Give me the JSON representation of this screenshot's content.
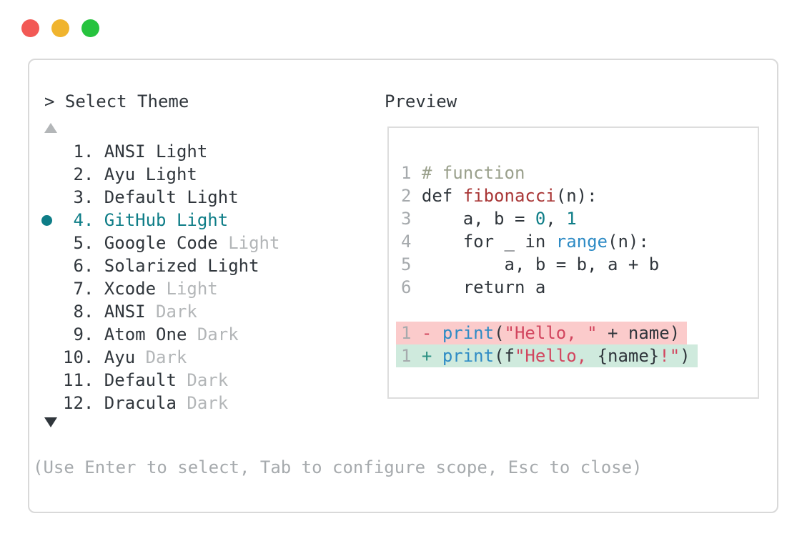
{
  "window": {
    "controls": [
      {
        "name": "close",
        "color": "#f25955"
      },
      {
        "name": "minimize",
        "color": "#f0b42e"
      },
      {
        "name": "zoom",
        "color": "#26c33e"
      }
    ]
  },
  "theme_selector": {
    "title": "> Select Theme",
    "items": [
      {
        "num": "1",
        "name": "ANSI Light",
        "suffix": "",
        "selected": false
      },
      {
        "num": "2",
        "name": "Ayu Light",
        "suffix": "",
        "selected": false
      },
      {
        "num": "3",
        "name": "Default Light",
        "suffix": "",
        "selected": false
      },
      {
        "num": "4",
        "name": "GitHub Light",
        "suffix": "",
        "selected": true
      },
      {
        "num": "5",
        "name": "Google Code",
        "suffix": " Light",
        "selected": false
      },
      {
        "num": "6",
        "name": "Solarized Light",
        "suffix": "",
        "selected": false
      },
      {
        "num": "7",
        "name": "Xcode",
        "suffix": " Light",
        "selected": false
      },
      {
        "num": "8",
        "name": "ANSI",
        "suffix": " Dark",
        "selected": false
      },
      {
        "num": "9",
        "name": "Atom One",
        "suffix": " Dark",
        "selected": false
      },
      {
        "num": "10",
        "name": "Ayu",
        "suffix": " Dark",
        "selected": false
      },
      {
        "num": "11",
        "name": "Default",
        "suffix": " Dark",
        "selected": false
      },
      {
        "num": "12",
        "name": "Dracula",
        "suffix": " Dark",
        "selected": false
      }
    ]
  },
  "preview": {
    "label": "Preview",
    "code_lines": [
      [
        {
          "t": "1",
          "c": "ln"
        },
        {
          "t": " ",
          "c": "text"
        },
        {
          "t": "# function",
          "c": "comment"
        }
      ],
      [
        {
          "t": "2",
          "c": "ln"
        },
        {
          "t": " def ",
          "c": "text"
        },
        {
          "t": "fibonacci",
          "c": "func"
        },
        {
          "t": "(n):",
          "c": "text"
        }
      ],
      [
        {
          "t": "3",
          "c": "ln"
        },
        {
          "t": "     a, b = ",
          "c": "text"
        },
        {
          "t": "0",
          "c": "num"
        },
        {
          "t": ", ",
          "c": "text"
        },
        {
          "t": "1",
          "c": "num"
        }
      ],
      [
        {
          "t": "4",
          "c": "ln"
        },
        {
          "t": "     for _ in ",
          "c": "text"
        },
        {
          "t": "range",
          "c": "builtin"
        },
        {
          "t": "(n):",
          "c": "text"
        }
      ],
      [
        {
          "t": "5",
          "c": "ln"
        },
        {
          "t": "         a, b = b, a + b",
          "c": "text"
        }
      ],
      [
        {
          "t": "6",
          "c": "ln"
        },
        {
          "t": "     return a",
          "c": "text"
        }
      ]
    ],
    "diff_lines": [
      {
        "kind": "del",
        "tokens": [
          {
            "t": "1",
            "c": "ln"
          },
          {
            "t": " ",
            "c": "text"
          },
          {
            "t": "-",
            "c": "minus"
          },
          {
            "t": " ",
            "c": "text"
          },
          {
            "t": "print",
            "c": "builtin"
          },
          {
            "t": "(",
            "c": "text"
          },
          {
            "t": "\"Hello, \"",
            "c": "string"
          },
          {
            "t": " + name)",
            "c": "text"
          }
        ]
      },
      {
        "kind": "add",
        "tokens": [
          {
            "t": "1",
            "c": "ln"
          },
          {
            "t": " ",
            "c": "text"
          },
          {
            "t": "+",
            "c": "plus"
          },
          {
            "t": " ",
            "c": "text"
          },
          {
            "t": "print",
            "c": "builtin"
          },
          {
            "t": "(f",
            "c": "text"
          },
          {
            "t": "\"Hello, ",
            "c": "string"
          },
          {
            "t": "{name}",
            "c": "text"
          },
          {
            "t": "!\"",
            "c": "string"
          },
          {
            "t": ")",
            "c": "text"
          }
        ]
      }
    ]
  },
  "hint": "(Use Enter to select, Tab to configure scope, Esc to close)",
  "colors": {
    "dark": "#30363c",
    "muted": "#b3b6b8",
    "faint": "#a6aaad",
    "teal": "#0e7d87",
    "blue": "#2e8bc5",
    "string": "#d2455e",
    "funcred": "#a93636",
    "comment": "#9aa08c",
    "minus": "#d0435b",
    "plus": "#2a9082",
    "delbg": "#fbcbcb",
    "addbg": "#cfeadd",
    "border": "#d9d9d9",
    "tl-red": "#f25955",
    "tl-yellow": "#f0b42e",
    "tl-green": "#26c33e"
  }
}
